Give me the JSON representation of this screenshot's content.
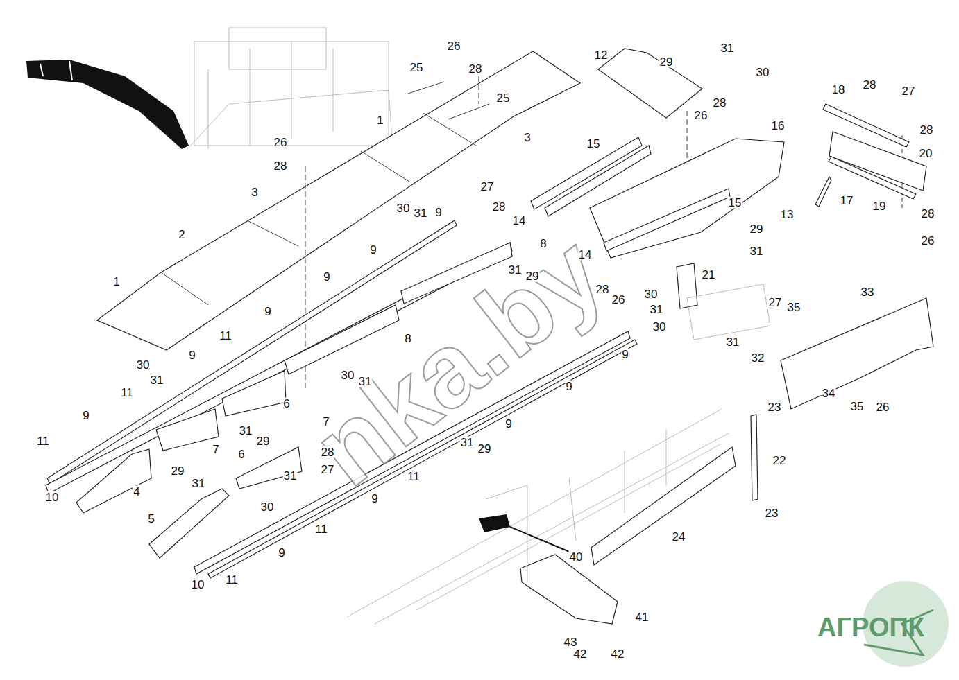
{
  "diagram": {
    "labels": [
      "26",
      "28",
      "25",
      "25",
      "1",
      "3",
      "26",
      "28",
      "3",
      "2",
      "1",
      "12",
      "29",
      "31",
      "30",
      "28",
      "26",
      "18",
      "28",
      "27",
      "28",
      "20",
      "16",
      "15",
      "27",
      "28",
      "14",
      "15",
      "17",
      "19",
      "28",
      "26",
      "13",
      "29",
      "31",
      "14",
      "30",
      "31",
      "9",
      "9",
      "8",
      "31",
      "29",
      "28",
      "26",
      "30",
      "21",
      "31",
      "30",
      "33",
      "27",
      "35",
      "31",
      "32",
      "34",
      "35",
      "26",
      "9",
      "9",
      "11",
      "9",
      "30",
      "31",
      "8",
      "30",
      "31",
      "9",
      "9",
      "11",
      "9",
      "6",
      "7",
      "9",
      "31",
      "29",
      "7",
      "11",
      "31",
      "29",
      "10",
      "4",
      "28",
      "27",
      "29",
      "31",
      "6",
      "31",
      "30",
      "11",
      "5",
      "9",
      "11",
      "9",
      "10",
      "11",
      "23",
      "22",
      "23",
      "24",
      "40",
      "41",
      "43",
      "42",
      "42",
      "nka.by",
      "АГРОПК"
    ]
  }
}
